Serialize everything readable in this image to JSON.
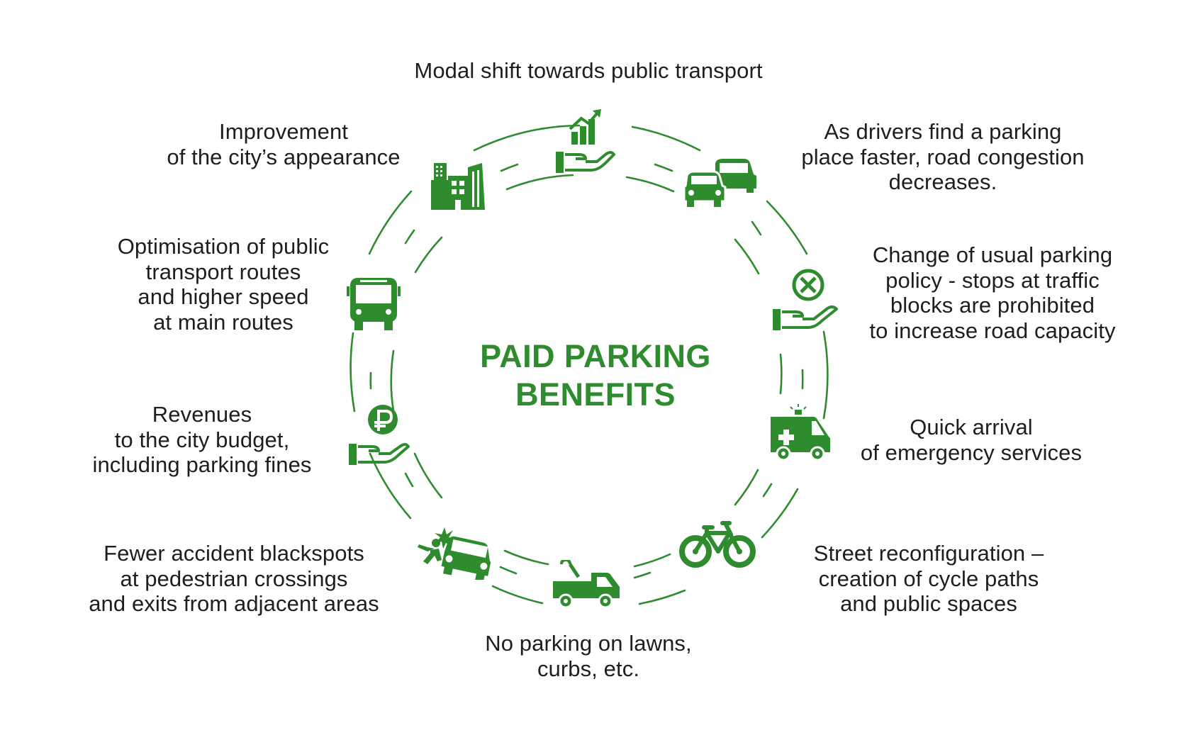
{
  "title": {
    "lines": [
      "PAID PARKING",
      "BENEFITS"
    ]
  },
  "colors": {
    "accent": "#2e8b2e",
    "text": "#1e1e1e",
    "background": "#ffffff"
  },
  "benefits": [
    {
      "icon": "chart-hand-icon",
      "lines": [
        "Modal shift towards public transport"
      ]
    },
    {
      "icon": "cars-icon",
      "lines": [
        "As drivers find a parking",
        "place faster, road congestion",
        "decreases."
      ]
    },
    {
      "icon": "prohibited-hand-icon",
      "lines": [
        "Change of usual parking",
        "policy - stops at traffic",
        "blocks are prohibited",
        "to increase road capacity"
      ]
    },
    {
      "icon": "ambulance-icon",
      "lines": [
        "Quick arrival",
        "of emergency services"
      ]
    },
    {
      "icon": "bicycle-icon",
      "lines": [
        "Street reconfiguration –",
        "creation of cycle paths",
        "and public spaces"
      ]
    },
    {
      "icon": "tow-truck-icon",
      "lines": [
        "No parking on lawns,",
        "curbs, etc."
      ]
    },
    {
      "icon": "accident-icon",
      "lines": [
        "Fewer accident blackspots",
        "at pedestrian crossings",
        "and exits from adjacent areas"
      ]
    },
    {
      "icon": "ruble-hand-icon",
      "lines": [
        "Revenues",
        "to the city budget,",
        "including parking fines"
      ]
    },
    {
      "icon": "bus-icon",
      "lines": [
        "Optimisation of public",
        "transport routes",
        "and higher speed",
        "at main routes"
      ]
    },
    {
      "icon": "buildings-icon",
      "lines": [
        "Improvement",
        "of the city’s appearance"
      ]
    }
  ]
}
